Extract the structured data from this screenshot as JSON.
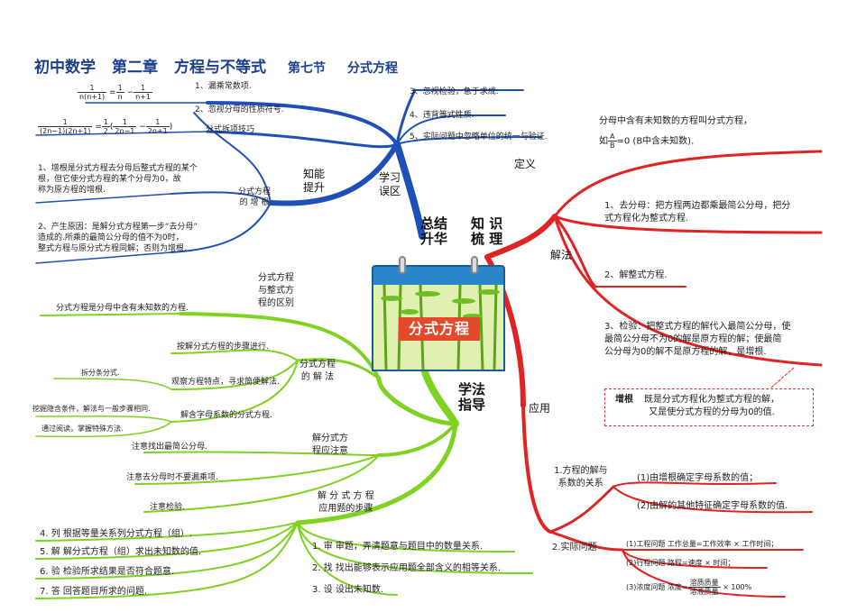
{
  "title": {
    "grade": "初中数学",
    "chapter": "第二章",
    "chapter_name": "方程与不等式",
    "section": "第七节",
    "section_name": "分式方程"
  },
  "center": {
    "label": "分式方程"
  },
  "branches": {
    "summary": "总结\n升华",
    "knowledge": "知 识\n梳 理",
    "method": "学法\n指导",
    "ability": "知能\n提升",
    "mistakes": "学习\n误区"
  },
  "ability": {
    "formula1": {
      "lhs_num": "1",
      "lhs_den": "n(n+1)",
      "r1_num": "1",
      "r1_den": "n",
      "r2_num": "1",
      "r2_den": "n+1"
    },
    "formula2": {
      "lhs_num": "1",
      "lhs_den": "(2n−1)(2n+1)",
      "half_num": "1",
      "half_den": "2",
      "r1_num": "1",
      "r1_den": "2n−1",
      "r2_num": "1",
      "r2_den": "2n+1"
    },
    "split_label": "分式拆项技巧",
    "extra_root_label": "分式方程\n的 增 根",
    "extra_root_1": "1、增根是分式方程去分母后整式方程的某个\n根，但它使分式方程的某个分母为0，故\n称为原方程的增根.",
    "extra_root_2": "2、产生原因：是解分式方程第一步“去分母”\n造成的.所乘的最简公分母的值不为0时，\n整式方程与原分式方程同解；否则为增根."
  },
  "mistakes": {
    "items": [
      "1、漏乘常数项.",
      "2、忽视分母的性质符号.",
      "3、忽视检验，急于求成.",
      "4、违背等式性质.",
      "5、实际问题中忽略单位的统一与验证."
    ]
  },
  "knowledge": {
    "definition_label": "定义",
    "definition_text": "分母中含有未知数的方程叫分式方程，",
    "definition_ex_prefix": "如",
    "definition_ex_num": "A",
    "definition_ex_den": "B",
    "definition_ex_suffix": "=0  (B中含未知数).",
    "solve_label": "解法",
    "solve_1": "1、去分母：把方程两边都乘最简公分母，把分\n式方程化为整式方程.",
    "solve_2": "2、解整式方程.",
    "solve_3": "3、检验：把整式方程的解代入最简公分母，使\n最简公分母不为0的解是原方程的解；使最简\n公分母为0的解不是原方程的解，是增根.",
    "extra_root_title": "增根",
    "extra_root_text": "既是分式方程化为整式方程的解，\n又是使分式方程的分母为0的值.",
    "apply_label": "应用",
    "apply_coef_label": "1.方程的解与\n系数的关系",
    "apply_coef_1": "(1)由增根确定字母系数的值；",
    "apply_coef_2": "(2)由解的其他特征确定字母系数的值.",
    "apply_real_label": "2.实际问题",
    "apply_real_1": "(1)工程问题 工作总量=工作效率 × 工作时间；",
    "apply_real_2": "(2)行程问题 路程=速度 × 时间；",
    "apply_real_3_prefix": "(3)浓度问题 浓度=",
    "apply_real_3_num": "溶质质量",
    "apply_real_3_den": "溶液质量",
    "apply_real_3_suffix": "× 100%"
  },
  "method": {
    "diff_label": "分式方程\n与整式方\n程的区别",
    "diff_text": "分式方程是分母中含有未知数的方程.",
    "solve_label": "分式方程\n的 解 法",
    "solve_1": "按解分式方程的步骤进行.",
    "solve_2": "观察方程特点，寻求简便解法.",
    "solve_2_sub": "拆分条分式.",
    "solve_3": "解含字母系数的分式方程.",
    "solve_3_sub1": "挖掘隐含条件，解法与一般步骤相同.",
    "solve_3_sub2": "通过阅读，掌握特殊方法.",
    "note_label": "解分式方\n程应注意",
    "note_1": "注意找出最简公分母.",
    "note_2": "注意去分母时不要漏乘项.",
    "note_3": "注意检验.",
    "app_label": "解 分 式 方 程\n应用题的步骤",
    "steps_left": [
      "4. 列  根据等量关系列分式方程（组）.",
      "5. 解  解分式方程（组）求出未知数的值.",
      "6. 验  检验所求结果是否符合题意.",
      "7. 答  回答题目所求的问题."
    ],
    "steps_right": [
      "1. 审  审题，弄清题意与题目中的数量关系.",
      "2. 找  找出能够表示应用题全部含义的相等关系.",
      "3. 设  设出未知数."
    ]
  },
  "colors": {
    "blue": "#1f4fb8",
    "red": "#e02424",
    "green": "#7ed321",
    "title": "#1d3f8f",
    "card_red": "#e44a2a"
  }
}
